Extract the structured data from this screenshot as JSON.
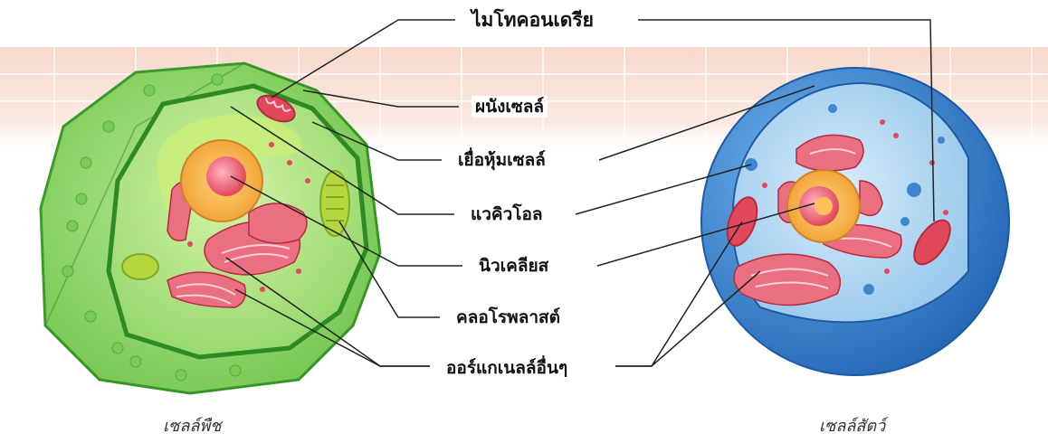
{
  "labels": {
    "mitochondria": "ไมโทคอนเดรีย",
    "cell_wall": "ผนังเซลล์",
    "cell_membrane": "เยื่อหุ้มเซลล์",
    "vacuole": "แวคิวโอล",
    "nucleus": "นิวเคลียส",
    "chloroplast": "คลอโรพลาสต์",
    "organelles": "ออร์แกเนลล์อื่นๆ"
  },
  "captions": {
    "plant": "เซลล์พืช",
    "animal": "เซลล์สัตว์"
  },
  "colors": {
    "plant_outer": "#8fd46a",
    "plant_inner": "#5bb83c",
    "plant_edge": "#2e8a22",
    "animal_outer": "#2f7fd0",
    "animal_inner": "#a9d4f2",
    "organelle_red": "#e2485c",
    "nucleus_orange": "#f3a33c",
    "leader_line": "#222222"
  }
}
